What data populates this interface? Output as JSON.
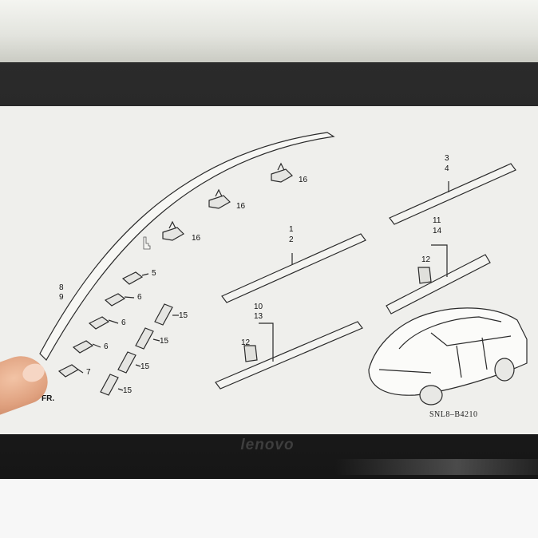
{
  "photo": {
    "subject": "laptop screen showing parts diagram",
    "brand_text": "lenovo"
  },
  "diagram": {
    "callouts": [
      "1",
      "2",
      "3",
      "4",
      "5",
      "6",
      "6",
      "6",
      "7",
      "8",
      "9",
      "10",
      "11",
      "12",
      "12",
      "13",
      "14",
      "15",
      "15",
      "15",
      "15",
      "16",
      "16",
      "16"
    ],
    "labels": {
      "p1": "1",
      "p2": "2",
      "p3": "3",
      "p4": "4",
      "p5": "5",
      "p6a": "6",
      "p6b": "6",
      "p6c": "6",
      "p7": "7",
      "p8": "8",
      "p9": "9",
      "p10": "10",
      "p11": "11",
      "p12a": "12",
      "p12b": "12",
      "p13": "13",
      "p14": "14",
      "p15a": "15",
      "p15b": "15",
      "p15c": "15",
      "p15d": "15",
      "p16a": "16",
      "p16b": "16",
      "p16c": "16"
    },
    "direction_marker": "FR.",
    "drawing_code": "SNL8–B4210"
  },
  "colors": {
    "screen_bg": "#efefec",
    "bezel": "#1f1f1f",
    "line_art": "#2a2a2a"
  }
}
